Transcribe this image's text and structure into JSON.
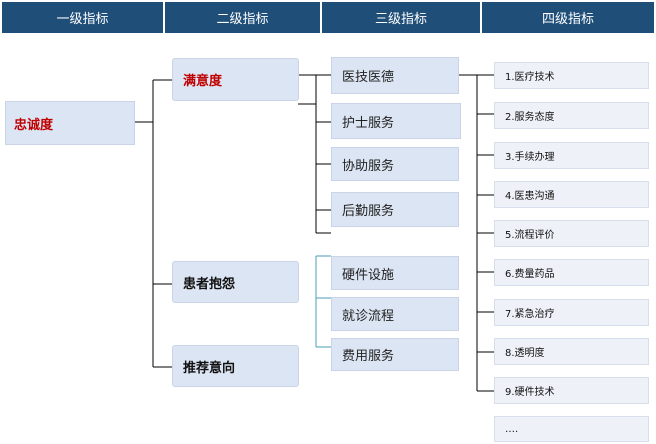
{
  "headers": [
    "一级指标",
    "二级指标",
    "三级指标",
    "四级指标"
  ],
  "level1": "忠诚度",
  "level2": [
    "满意度",
    "患者抱怨",
    "推荐意向"
  ],
  "level3": [
    "医技医德",
    "护士服务",
    "协助服务",
    "后勤服务",
    "硬件设施",
    "就诊流程",
    "费用服务"
  ],
  "level4": [
    "1.医疗技术",
    "2.服务态度",
    "3.手续办理",
    "4.医患沟通",
    "5.流程评价",
    "6.费量药品",
    "7.紧急治疗",
    "8.透明度",
    "9.硬件技术",
    "…."
  ]
}
